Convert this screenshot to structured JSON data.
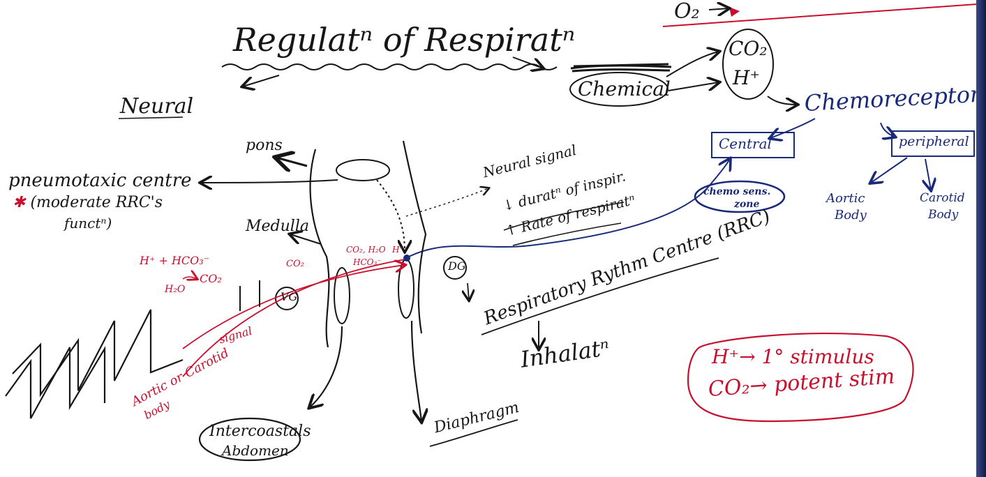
{
  "title": "Regulatⁿ of Respiratⁿ",
  "neural": {
    "heading": "Neural",
    "pons": "pons",
    "pneumotaxic_centre": "pneumotaxic centre",
    "pneumotaxic_note_line1": "(moderate RRC's",
    "pneumotaxic_note_line2": "functⁿ)",
    "medulla": "Medulla",
    "vg": "VG",
    "dg": "DG",
    "neural_signal": "Neural signal",
    "duration_inspir": "↓ duratⁿ of inspir.",
    "rate_respir": "↑ Rate of respiratⁿ",
    "rrc": "Respiratory Rythm Centre (RRC)",
    "inhalation": "Inhalatⁿ",
    "intercostals": "Intercoastals",
    "abdomen": "Abdomen",
    "diaphragm": "Diaphragm"
  },
  "chemical": {
    "heading": "Chemical",
    "o2": "O₂",
    "co2": "CO₂",
    "h_plus": "H⁺",
    "chemoreceptors": "Chemoreceptors",
    "central": "Central",
    "peripheral": "peripheral",
    "chemosens_zone_line1": "chemo sens.",
    "chemosens_zone_line2": "zone",
    "aortic_body_line1": "Aortic",
    "aortic_body_line2": "Body",
    "carotid_body_line1": "Carotid",
    "carotid_body_line2": "Body"
  },
  "blood_signal": {
    "h_hco3": "H⁺ + HCO₃⁻",
    "co2": "CO₂",
    "h2o": "H₂O",
    "co2_mid": "CO₂",
    "co2_h2o": "CO₂, H₂O",
    "hco3": "HCO₃⁻",
    "h": "H⁺",
    "signal": "signal",
    "aortic_carotid_line1": "Aortic or Carotid",
    "aortic_carotid_line2": "body"
  },
  "stimulus_box": {
    "line1": "H⁺→ 1° stimulus",
    "line2": "CO₂→ potent stim"
  },
  "colors": {
    "ink_black": "#161616",
    "ink_red": "#c8102e",
    "ink_blue": "#1a2a7a"
  }
}
